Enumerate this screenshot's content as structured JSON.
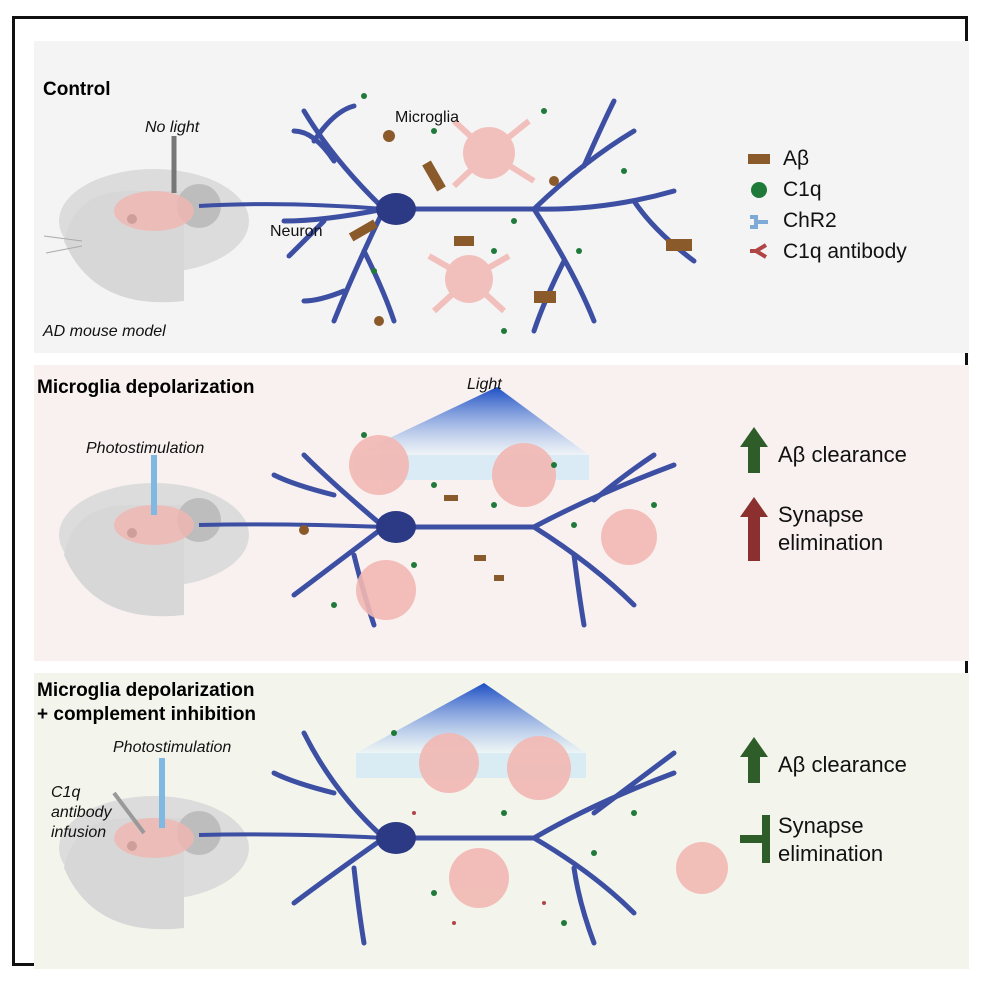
{
  "panels": [
    {
      "title": "Control",
      "stim_label": "No light",
      "model_label": "AD mouse model",
      "microglia_label": "Microglia",
      "neuron_label": "Neuron"
    },
    {
      "title": "Microglia depolarization",
      "stim_label": "Photostimulation",
      "light_label": "Light",
      "outcomes": [
        {
          "text": "Aβ clearance",
          "arrow": "up",
          "color": "#2f5d2a"
        },
        {
          "line1": "Synapse",
          "line2": "elimination",
          "arrow": "up",
          "color": "#8b2f2f"
        }
      ]
    },
    {
      "title_line1": "Microglia depolarization",
      "title_line2": "+ complement inhibition",
      "stim_label": "Photostimulation",
      "infusion_line1": "C1q",
      "infusion_line2": "antibody",
      "infusion_line3": "infusion",
      "outcomes": [
        {
          "text": "Aβ clearance",
          "arrow": "up",
          "color": "#2f5d2a"
        },
        {
          "line1": "Synapse",
          "line2": "elimination",
          "arrow": "block",
          "color": "#2f5d2a"
        }
      ]
    }
  ],
  "legend": [
    {
      "label": "Aβ",
      "icon": "abeta-icon",
      "color": "#8a5a2b"
    },
    {
      "label": "C1q",
      "icon": "c1q-icon",
      "color": "#1f7a3a"
    },
    {
      "label": "ChR2",
      "icon": "chr2-icon",
      "color": "#7fa9d6"
    },
    {
      "label": "C1q antibody",
      "icon": "antibody-icon",
      "color": "#b04545"
    }
  ],
  "colors": {
    "neuron": "#3d4fa3",
    "microglia": "#f2b8b3",
    "light_top": "#1d4fc4",
    "light_bottom": "#e8f4fb"
  }
}
